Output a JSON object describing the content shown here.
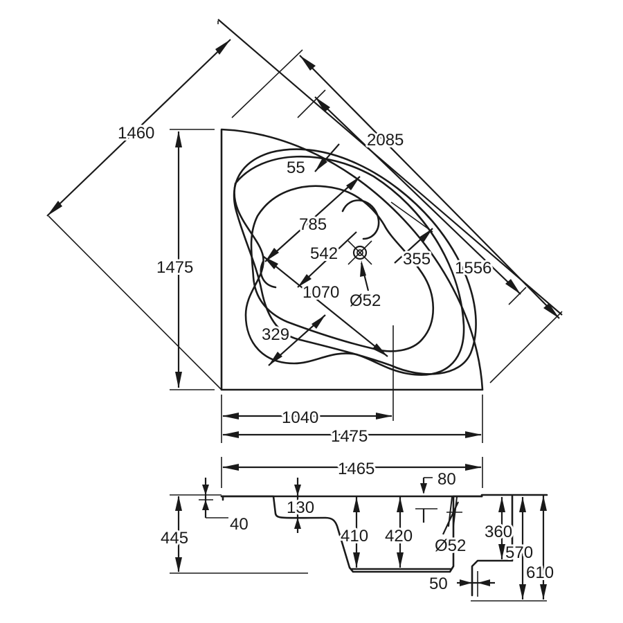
{
  "plan": {
    "dims": {
      "d1460": "1460",
      "d2085": "2085",
      "d55": "55",
      "d785": "785",
      "d542": "542",
      "d355": "355",
      "d1556": "1556",
      "d1475_vertical": "1475",
      "d1070": "1070",
      "d52_drain": "Ø52",
      "d329": "329",
      "d1040": "1040",
      "d1475_horizontal": "1475"
    }
  },
  "section": {
    "dims": {
      "d1465": "1465",
      "d80": "80",
      "d40": "40",
      "d130": "130",
      "d445": "445",
      "d410": "410",
      "d420": "420",
      "d360": "360",
      "d52_overflow": "Ø52",
      "d570": "570",
      "d610": "610",
      "d50": "50"
    }
  }
}
